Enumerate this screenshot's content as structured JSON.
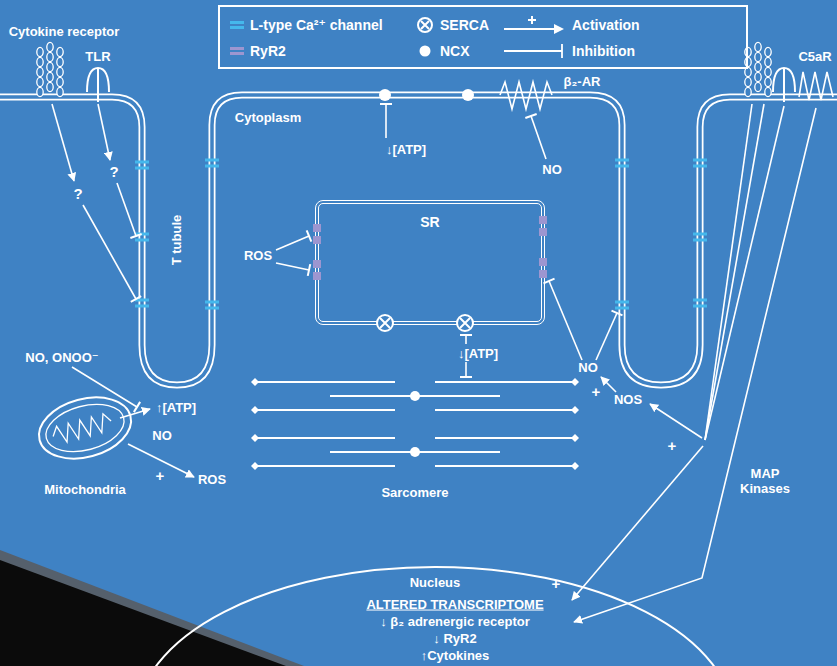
{
  "diagram": {
    "nodes": [
      {
        "text": [
          "SR"
        ]
      },
      {
        "text": [
          "Mitochondria"
        ]
      },
      {
        "text": [
          "Sarcomere"
        ]
      },
      {
        "text": [
          "Nucleus",
          "ALTERED TRANSCRIPTOME",
          "↓ β₂ adrenergic receptor",
          "↓ RyR2",
          "↑Cytokines"
        ]
      }
    ],
    "labels": [
      "Cytokine receptor",
      "TLR",
      "Cytoplasm",
      "β₂-AR",
      "C5aR",
      "?",
      "?",
      "T tubule",
      "↓[ATP]",
      "NO",
      "ROS",
      "↓[ATP]",
      "NO, ONOO⁻",
      "↑[ATP]",
      "NO",
      "+",
      "ROS",
      "NO",
      "+",
      "NOS",
      "+",
      "MAP Kinases",
      "+"
    ],
    "legend": [
      {
        "text": "L-type Ca²⁺ channel",
        "color": "#45b8ec"
      },
      {
        "text": "RyR2",
        "color": "#9d96d0"
      },
      {
        "text": "SERCA"
      },
      {
        "text": "NCX"
      },
      {
        "text": "Activation"
      },
      {
        "text": "Inhibition"
      }
    ]
  }
}
